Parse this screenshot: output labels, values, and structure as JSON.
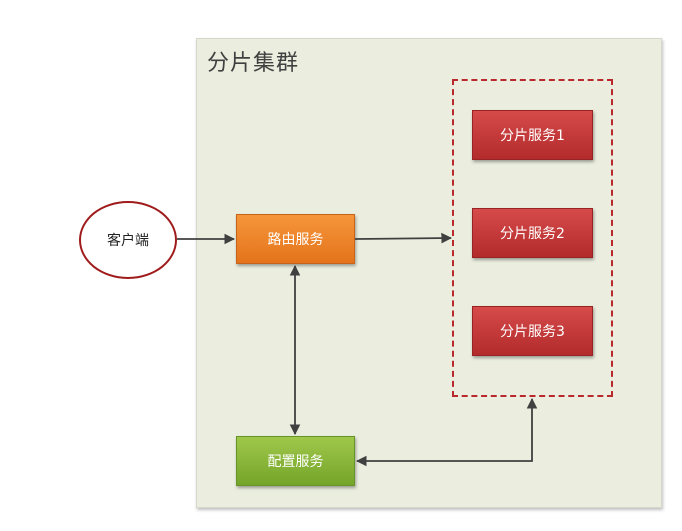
{
  "cluster": {
    "title": "分片集群"
  },
  "client": {
    "label": "客户端"
  },
  "router": {
    "label": "路由服务"
  },
  "config": {
    "label": "配置服务"
  },
  "shards": [
    {
      "label": "分片服务1"
    },
    {
      "label": "分片服务2"
    },
    {
      "label": "分片服务3"
    }
  ],
  "colors": {
    "cluster_bg": "#ebeedf",
    "router": "#ed7d31",
    "config": "#8cb83a",
    "shard": "#c43434",
    "client_border": "#a01c1c",
    "group_border": "#b8282c",
    "connector": "#404040"
  }
}
